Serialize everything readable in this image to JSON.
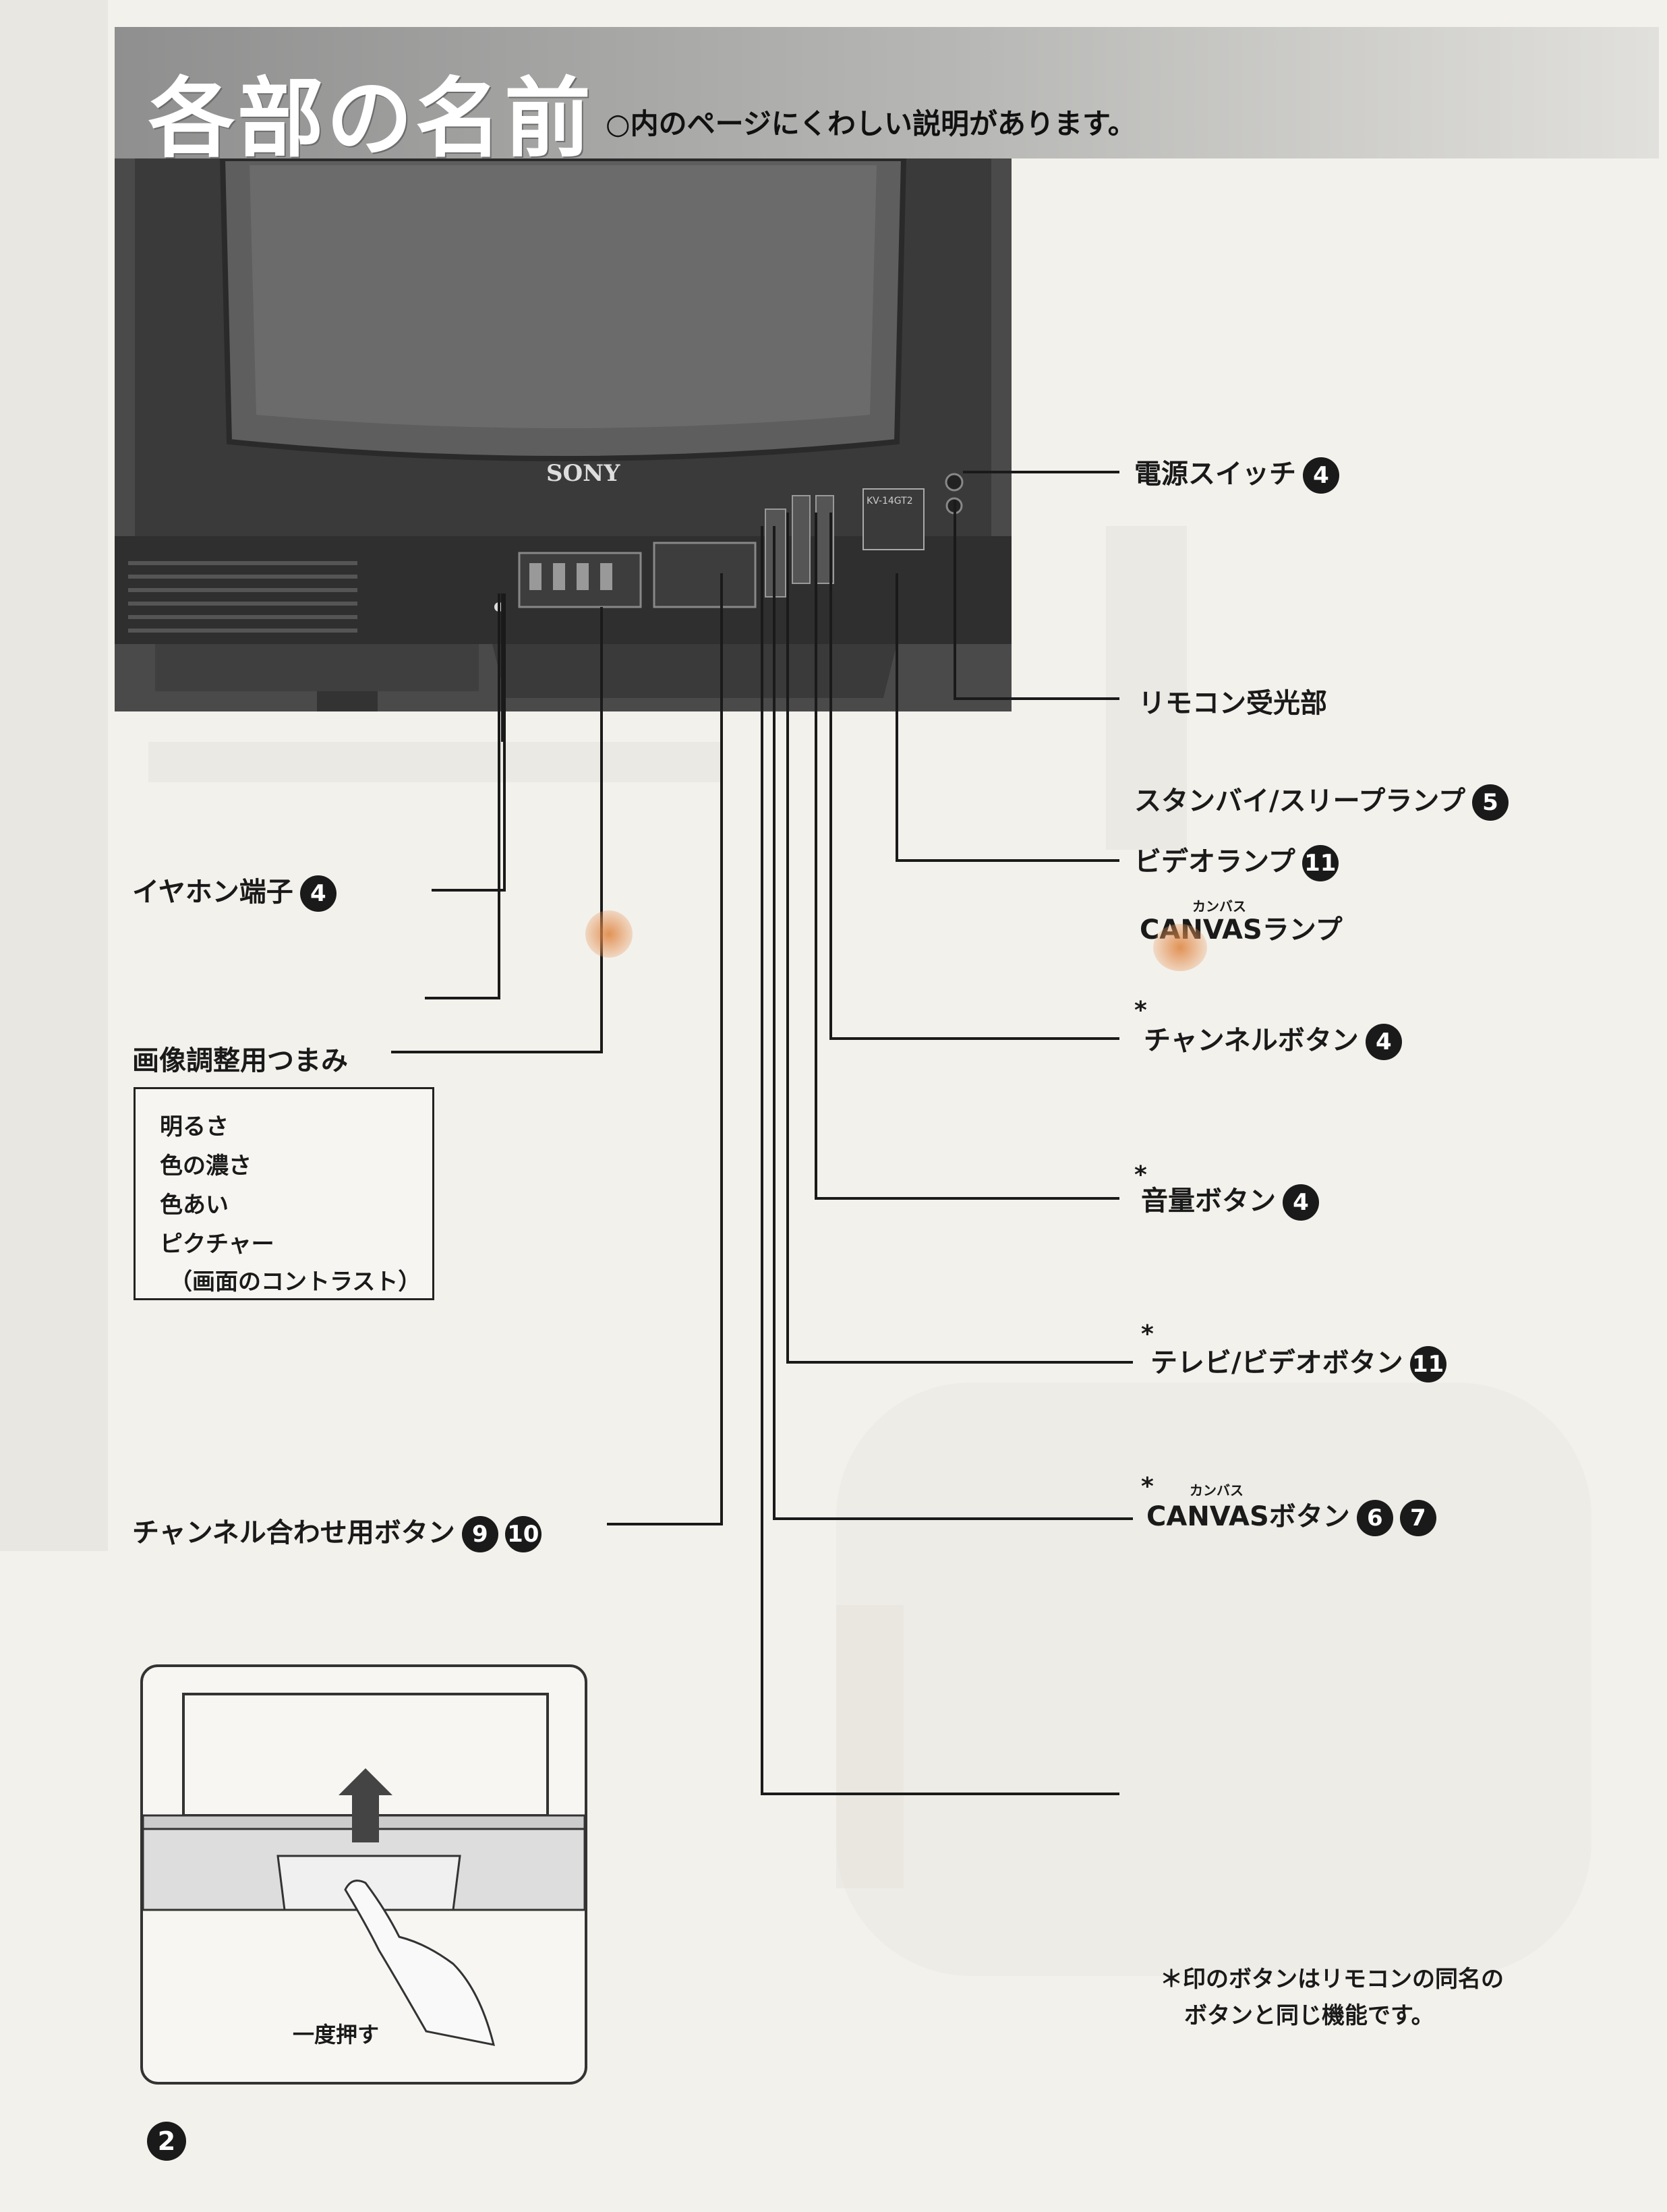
{
  "header": {
    "title": "各部の名前",
    "subtitle": "○内のページにくわしい説明があります。"
  },
  "tv": {
    "brand": "SONY",
    "model_plate": "KV-14GT2"
  },
  "labels": {
    "power_switch": {
      "text": "電源スイッチ",
      "page": "4"
    },
    "remote_sensor": {
      "text": "リモコン受光部"
    },
    "standby_lamp": {
      "text": "スタンバイ/スリープランプ",
      "page": "5"
    },
    "video_lamp": {
      "text": "ビデオランプ",
      "page": "11"
    },
    "canvas_lamp": {
      "text": "CANVASランプ",
      "ruby": "カンバス"
    },
    "channel_button": {
      "text": "チャンネルボタン",
      "page": "4",
      "star": "*"
    },
    "volume_button": {
      "text": "音量ボタン",
      "page": "4",
      "star": "*"
    },
    "tv_video_button": {
      "text": "テレビ/ビデオボタン",
      "page": "11",
      "star": "*"
    },
    "canvas_button": {
      "text": "CANVASボタン",
      "ruby": "カンバス",
      "pages": [
        "6",
        "7"
      ],
      "star": "*"
    },
    "earphone_jack": {
      "text": "イヤホン端子",
      "page": "4"
    },
    "picture_knobs": {
      "text": "画像調整用つまみ"
    },
    "channel_tuning_button": {
      "text": "チャンネル合わせ用ボタン",
      "pages": [
        "9",
        "10"
      ]
    }
  },
  "knob_box": {
    "items": [
      "明るさ",
      "色の濃さ",
      "色あい",
      "ピクチャー",
      "（画面のコントラスト）"
    ]
  },
  "inset": {
    "caption": "一度押す"
  },
  "note": {
    "line1": "＊印のボタンはリモコンの同名の",
    "line2": "ボタンと同じ機能です。"
  },
  "page_number": "2"
}
